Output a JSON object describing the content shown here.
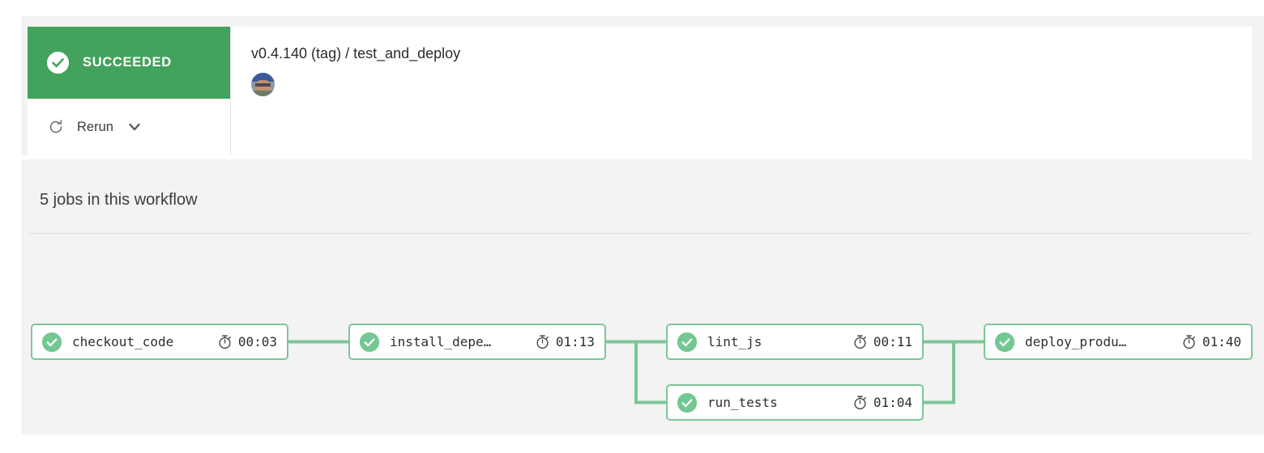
{
  "header": {
    "status_label": "SUCCEEDED",
    "status_color": "#43a25c",
    "rerun_label": "Rerun",
    "build_title": "v0.4.140 (tag) / test_and_deploy"
  },
  "jobs_section": {
    "title": "5 jobs in this workflow",
    "node_border_color": "#7cc698",
    "node_check_color": "#73c793",
    "connector_color": "#7cc698"
  },
  "jobs": [
    {
      "id": "checkout",
      "name": "checkout_code",
      "duration": "00:03",
      "status": "succeeded"
    },
    {
      "id": "install",
      "name": "install_depe…",
      "duration": "01:13",
      "status": "succeeded"
    },
    {
      "id": "lint",
      "name": "lint_js",
      "duration": "00:11",
      "status": "succeeded"
    },
    {
      "id": "runtests",
      "name": "run_tests",
      "duration": "01:04",
      "status": "succeeded"
    },
    {
      "id": "deploy",
      "name": "deploy_produ…",
      "duration": "01:40",
      "status": "succeeded"
    }
  ]
}
